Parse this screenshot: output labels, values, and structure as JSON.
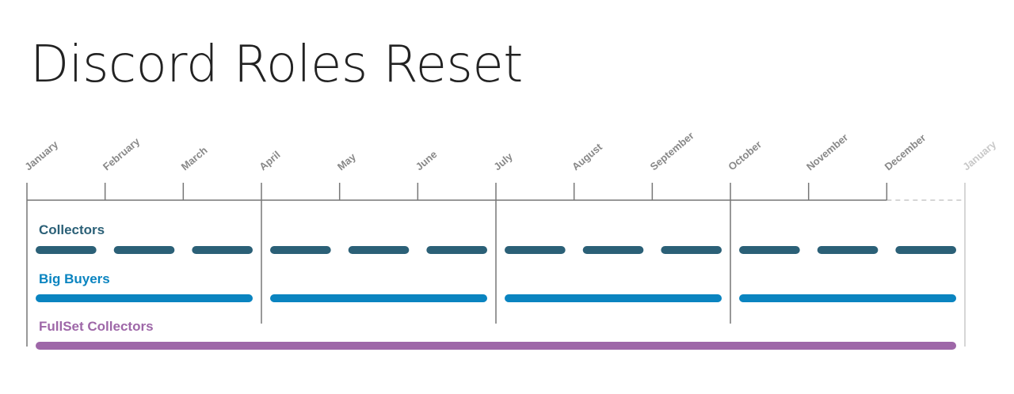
{
  "title": "Discord Roles Reset",
  "months": [
    "January",
    "February",
    "March",
    "April",
    "May",
    "June",
    "July",
    "August",
    "September",
    "October",
    "November",
    "December",
    "January"
  ],
  "colors": {
    "axis": "#777777",
    "month_label": "#888888",
    "month_label_faded": "#c8c8c8",
    "collectors": "#2b6077",
    "big_buyers": "#0a84c0",
    "fullset": "#9e67a8"
  },
  "roles": [
    {
      "label": "Collectors",
      "color_key": "collectors",
      "reset": "monthly",
      "periods": 12
    },
    {
      "label": "Big Buyers",
      "color_key": "big_buyers",
      "reset": "quarterly",
      "periods": 4
    },
    {
      "label": "FullSet Collectors",
      "color_key": "fullset",
      "reset": "yearly",
      "periods": 1
    }
  ]
}
